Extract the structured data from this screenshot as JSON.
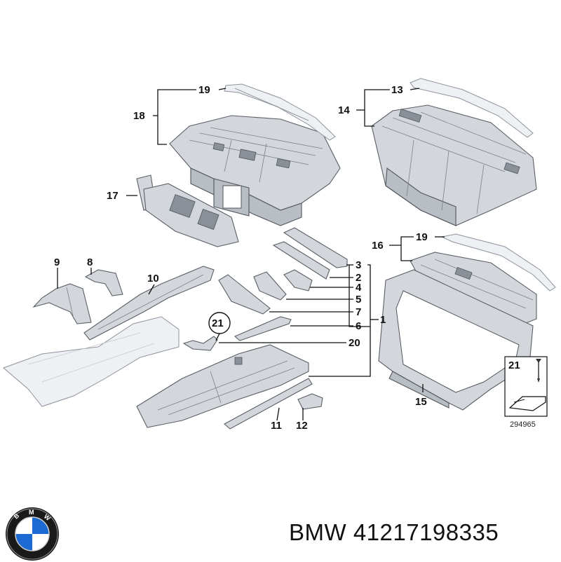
{
  "brand_caption": "BMW 41217198335",
  "logo": {
    "ring_letters": [
      "B",
      "M",
      "W"
    ]
  },
  "inset": {
    "callout": "21",
    "reference_number": "294965"
  },
  "callouts": [
    {
      "id": "c1",
      "label": "1"
    },
    {
      "id": "c2",
      "label": "2"
    },
    {
      "id": "c3",
      "label": "3"
    },
    {
      "id": "c4",
      "label": "4"
    },
    {
      "id": "c5",
      "label": "5"
    },
    {
      "id": "c6",
      "label": "6"
    },
    {
      "id": "c7",
      "label": "7"
    },
    {
      "id": "c8",
      "label": "8"
    },
    {
      "id": "c9",
      "label": "9"
    },
    {
      "id": "c10",
      "label": "10"
    },
    {
      "id": "c11",
      "label": "11"
    },
    {
      "id": "c12",
      "label": "12"
    },
    {
      "id": "c13",
      "label": "13"
    },
    {
      "id": "c14",
      "label": "14"
    },
    {
      "id": "c15",
      "label": "15"
    },
    {
      "id": "c16",
      "label": "16"
    },
    {
      "id": "c17",
      "label": "17"
    },
    {
      "id": "c18",
      "label": "18"
    },
    {
      "id": "c19a",
      "label": "19"
    },
    {
      "id": "c19b",
      "label": "19"
    },
    {
      "id": "c20",
      "label": "20"
    },
    {
      "id": "c21",
      "label": "21"
    }
  ]
}
